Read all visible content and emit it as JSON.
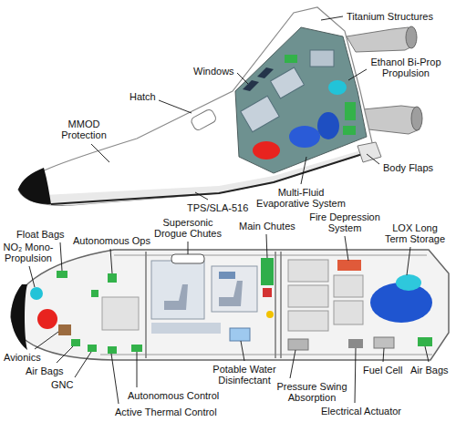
{
  "diagram": {
    "labels": [
      "Titanium Structures",
      "Windows",
      "Ethanol Bi-Prop Propulsion",
      "Hatch",
      "MMOD Protection",
      "Body Flaps",
      "Multi-Fluid Evaporative System",
      "TPS/SLA-516",
      "Fire Depression System",
      "Supersonic Drogue Chutes",
      "Main Chutes",
      "LOX Long Term Storage",
      "Float Bags",
      "Autonomous Ops",
      "NO₂ Mono- Propulsion",
      "Avionics",
      "Fuel Cell",
      "Air Bags",
      "Potable Water Disinfectant",
      "Air Bags",
      "GNC",
      "Pressure Swing Absorption",
      "Autonomous Control",
      "Electrical Actuator",
      "Active Thermal Control"
    ]
  }
}
